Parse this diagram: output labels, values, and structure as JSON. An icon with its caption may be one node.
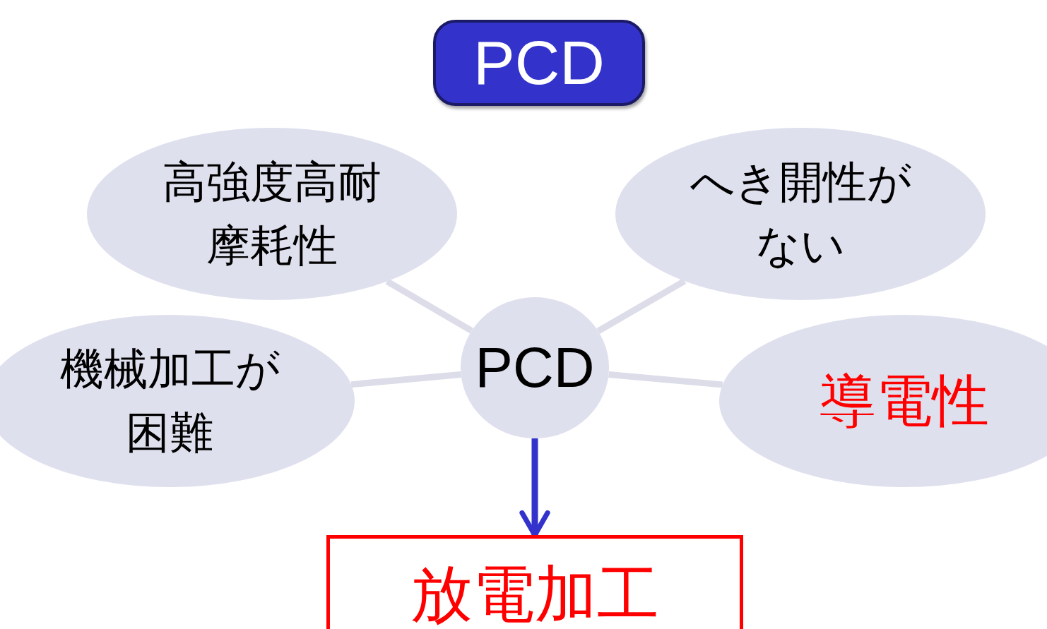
{
  "diagram": {
    "title": "PCD",
    "nodes": [
      {
        "text": [
          "高強度高耐摩耗性"
        ]
      },
      {
        "text": [
          "へき開性がない"
        ]
      },
      {
        "text": [
          "機械加工が困難"
        ]
      },
      {
        "text": [
          "PCD"
        ]
      },
      {
        "text": [
          "導電性"
        ]
      },
      {
        "text": [
          "放電加工"
        ]
      }
    ],
    "edges": [
      {
        "from": 3,
        "to": 0,
        "arrow": "none"
      },
      {
        "from": 3,
        "to": 1,
        "arrow": "none"
      },
      {
        "from": 3,
        "to": 2,
        "arrow": "none"
      },
      {
        "from": 3,
        "to": 4,
        "arrow": "none"
      },
      {
        "from": 3,
        "to": 5,
        "arrow": "to",
        "color": "#3333cc"
      }
    ]
  }
}
